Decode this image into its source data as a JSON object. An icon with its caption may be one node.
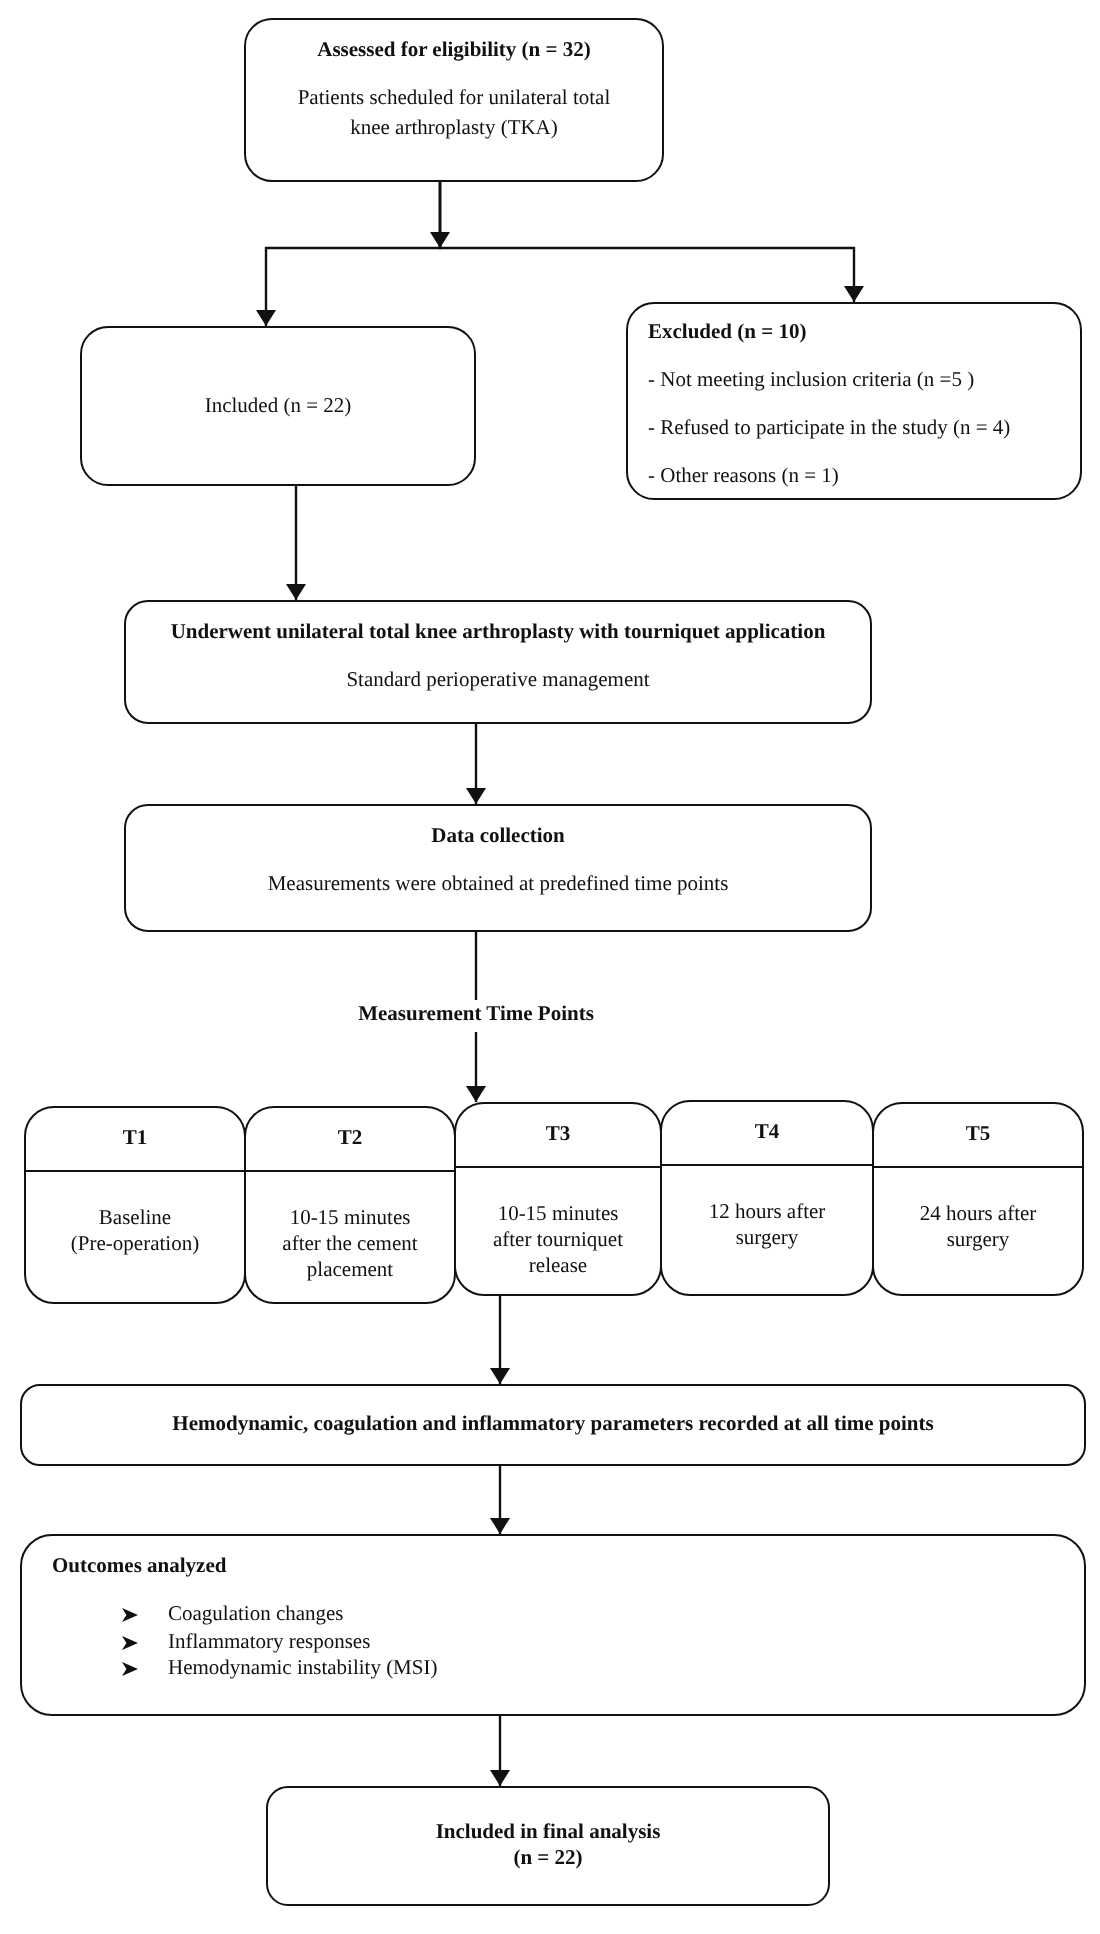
{
  "diagram": {
    "nodes": [
      {
        "text": [
          "Assessed for eligibility (n = 32)",
          "Patients scheduled for unilateral total knee arthroplasty (TKA)"
        ]
      },
      {
        "text": [
          "Included (n = 22)"
        ]
      },
      {
        "text": [
          "Excluded (n = 10)",
          "- Not meeting inclusion criteria (n =5 )",
          "- Refused to participate in the study (n = 4)",
          "- Other reasons (n = 1)"
        ]
      },
      {
        "text": [
          "Underwent unilateral total knee arthroplasty with tourniquet application",
          "Standard perioperative management"
        ]
      },
      {
        "text": [
          "Data collection",
          "Measurements were obtained at predefined time points"
        ]
      },
      {
        "text": [
          "T1",
          "Baseline (Pre-operation)"
        ]
      },
      {
        "text": [
          "T2",
          "10-15 minutes after the cement placement"
        ]
      },
      {
        "text": [
          "T3",
          "10-15 minutes after tourniquet release"
        ]
      },
      {
        "text": [
          "T4",
          "12 hours after surgery"
        ]
      },
      {
        "text": [
          "T5",
          "24 hours after surgery"
        ]
      },
      {
        "text": [
          "Hemodynamic, coagulation and inflammatory parameters recorded at all time points"
        ]
      },
      {
        "text": [
          "Outcomes analyzed",
          "Coagulation changes",
          "Inflammatory responses",
          "Hemodynamic instability (MSI)"
        ]
      },
      {
        "text": [
          "Included in final analysis (n = 22)"
        ]
      }
    ],
    "edges": [
      {
        "from": 0,
        "to": 1,
        "arrow": "to"
      },
      {
        "from": 0,
        "to": 2,
        "arrow": "to"
      },
      {
        "from": 1,
        "to": 3,
        "arrow": "to"
      },
      {
        "from": 3,
        "to": 4,
        "arrow": "to"
      },
      {
        "from": 4,
        "to": 7,
        "arrow": "to",
        "label": "Measurement Time Points"
      },
      {
        "from": 7,
        "to": 10,
        "arrow": "to"
      },
      {
        "from": 10,
        "to": 11,
        "arrow": "to"
      },
      {
        "from": 11,
        "to": 12,
        "arrow": "to"
      }
    ]
  }
}
